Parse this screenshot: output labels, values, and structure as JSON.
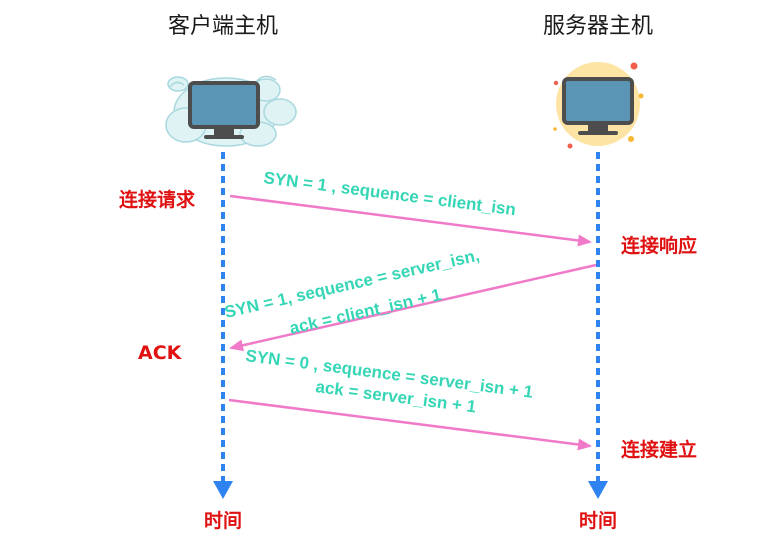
{
  "client": {
    "title": "客户端主机",
    "icon": "imac-cloud-icon",
    "logo_glyph": ""
  },
  "server": {
    "title": "服务器主机",
    "icon": "imac-sun-icon",
    "logo_glyph": ""
  },
  "timeline": {
    "client_label": "时间",
    "server_label": "时间"
  },
  "events": {
    "connection_request": "连接请求",
    "connection_response": "连接响应",
    "ack": "ACK",
    "connection_established": "连接建立"
  },
  "messages": {
    "syn1": {
      "line1": "SYN = 1 , sequence = client_isn"
    },
    "synack": {
      "line1": "SYN = 1,  sequence = server_isn,",
      "line2": "ack = client_isn + 1"
    },
    "ack": {
      "line1": "SYN = 0 , sequence = server_isn + 1",
      "line2": "ack = server_isn + 1"
    }
  },
  "colors": {
    "timeline": "#2f83f0",
    "arrow": "#f07ac8",
    "message_text": "#35d6b5",
    "event_label": "#e01111",
    "title_text": "#1a1a1a",
    "screen": "#5b95b5",
    "monitor_frame": "#4d4d4d",
    "cloud_fill": "#dff3f5",
    "cloud_stroke": "#a8d8de",
    "sun_fill": "#fde3a4"
  }
}
